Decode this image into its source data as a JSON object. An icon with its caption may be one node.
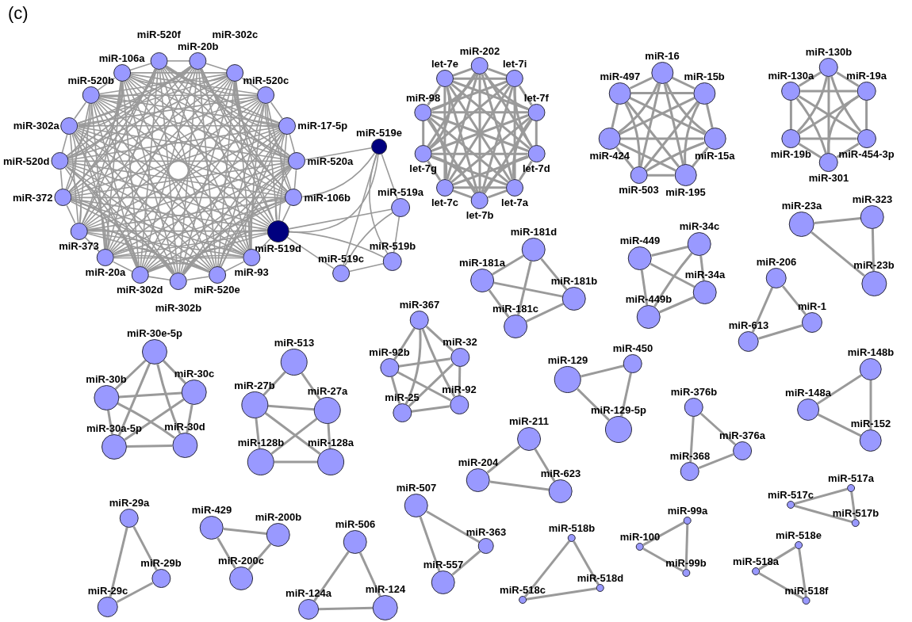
{
  "diagram": {
    "nodes": [
      {
        "text": [
          "miR-520f"
        ]
      },
      {
        "text": [
          "miR-20b"
        ]
      },
      {
        "text": [
          "miR-302c"
        ]
      },
      {
        "text": [
          "miR-520b"
        ]
      },
      {
        "text": [
          "miR-106a"
        ]
      },
      {
        "text": [
          "miR-17-5p"
        ]
      },
      {
        "text": [
          "miR-520c"
        ]
      },
      {
        "text": [
          "miR-520d"
        ]
      },
      {
        "text": [
          "miR-372"
        ]
      },
      {
        "text": [
          "miR-302a"
        ]
      },
      {
        "text": [
          "miR-520a"
        ]
      },
      {
        "text": [
          "miR-373"
        ]
      },
      {
        "text": [
          "miR-302d"
        ]
      },
      {
        "text": [
          "miR-106b"
        ]
      },
      {
        "text": [
          "miR-519e"
        ]
      },
      {
        "text": [
          "miR-519a"
        ]
      },
      {
        "text": [
          "miR-302b"
        ]
      },
      {
        "text": [
          "miR-519d"
        ]
      },
      {
        "text": [
          "miR-20a"
        ]
      },
      {
        "text": [
          "miR-519b"
        ]
      },
      {
        "text": [
          "miR-93"
        ]
      },
      {
        "text": [
          "miR-519c"
        ]
      },
      {
        "text": [
          "miR-520e"
        ]
      },
      {
        "text": [
          "miR-202"
        ]
      },
      {
        "text": [
          "let-7i"
        ]
      },
      {
        "text": [
          "let-7e"
        ]
      },
      {
        "text": [
          "let-7f"
        ]
      },
      {
        "text": [
          "let-7d"
        ]
      },
      {
        "text": [
          "miR-98"
        ]
      },
      {
        "text": [
          "let-7c"
        ]
      },
      {
        "text": [
          "let-7a"
        ]
      },
      {
        "text": [
          "let-7g"
        ]
      },
      {
        "text": [
          "let-7b"
        ]
      },
      {
        "text": [
          "miR-16"
        ]
      },
      {
        "text": [
          "miR-15a"
        ]
      },
      {
        "text": [
          "miR-15b"
        ]
      },
      {
        "text": [
          "miR-497"
        ]
      },
      {
        "text": [
          "miR-195"
        ]
      },
      {
        "text": [
          "miR-424"
        ]
      },
      {
        "text": [
          "miR-503"
        ]
      },
      {
        "text": [
          "miR-130b"
        ]
      },
      {
        "text": [
          "miR-454-3p"
        ]
      },
      {
        "text": [
          "miR-19a"
        ]
      },
      {
        "text": [
          "miR-301"
        ]
      },
      {
        "text": [
          "miR-130a"
        ]
      },
      {
        "text": [
          "miR-19b"
        ]
      },
      {
        "text": [
          "miR-23a"
        ]
      },
      {
        "text": [
          "miR-323"
        ]
      },
      {
        "text": [
          "miR-23b"
        ]
      },
      {
        "text": [
          "miR-181d"
        ]
      },
      {
        "text": [
          "miR-181a"
        ]
      },
      {
        "text": [
          "miR-181b"
        ]
      },
      {
        "text": [
          "miR-181c"
        ]
      },
      {
        "text": [
          "miR-449"
        ]
      },
      {
        "text": [
          "miR-34c"
        ]
      },
      {
        "text": [
          "miR-34a"
        ]
      },
      {
        "text": [
          "miR-449b"
        ]
      },
      {
        "text": [
          "miR-206"
        ]
      },
      {
        "text": [
          "miR-1"
        ]
      },
      {
        "text": [
          "miR-613"
        ]
      },
      {
        "text": [
          "miR-30e-5p"
        ]
      },
      {
        "text": [
          "miR-30b"
        ]
      },
      {
        "text": [
          "miR-30c"
        ]
      },
      {
        "text": [
          "miR-30a-5p"
        ]
      },
      {
        "text": [
          "miR-30d"
        ]
      },
      {
        "text": [
          "miR-513"
        ]
      },
      {
        "text": [
          "miR-27b"
        ]
      },
      {
        "text": [
          "miR-27a"
        ]
      },
      {
        "text": [
          "miR-128b"
        ]
      },
      {
        "text": [
          "miR-128a"
        ]
      },
      {
        "text": [
          "miR-367"
        ]
      },
      {
        "text": [
          "miR-92b"
        ]
      },
      {
        "text": [
          "miR-32"
        ]
      },
      {
        "text": [
          "miR-25"
        ]
      },
      {
        "text": [
          "miR-92"
        ]
      },
      {
        "text": [
          "miR-129"
        ]
      },
      {
        "text": [
          "miR-450"
        ]
      },
      {
        "text": [
          "miR-129-5p"
        ]
      },
      {
        "text": [
          "miR-376b"
        ]
      },
      {
        "text": [
          "miR-376a"
        ]
      },
      {
        "text": [
          "miR-368"
        ]
      },
      {
        "text": [
          "miR-148b"
        ]
      },
      {
        "text": [
          "miR-148a"
        ]
      },
      {
        "text": [
          "miR-152"
        ]
      },
      {
        "text": [
          "miR-211"
        ]
      },
      {
        "text": [
          "miR-204"
        ]
      },
      {
        "text": [
          "miR-623"
        ]
      },
      {
        "text": [
          "miR-29a"
        ]
      },
      {
        "text": [
          "miR-29b"
        ]
      },
      {
        "text": [
          "miR-29c"
        ]
      },
      {
        "text": [
          "miR-429"
        ]
      },
      {
        "text": [
          "miR-200b"
        ]
      },
      {
        "text": [
          "miR-200c"
        ]
      },
      {
        "text": [
          "miR-506"
        ]
      },
      {
        "text": [
          "miR-124a"
        ]
      },
      {
        "text": [
          "miR-124"
        ]
      },
      {
        "text": [
          "miR-507"
        ]
      },
      {
        "text": [
          "miR-363"
        ]
      },
      {
        "text": [
          "miR-557"
        ]
      },
      {
        "text": [
          "miR-518b"
        ]
      },
      {
        "text": [
          "miR-518c"
        ]
      },
      {
        "text": [
          "miR-518d"
        ]
      },
      {
        "text": [
          "miR-99a"
        ]
      },
      {
        "text": [
          "miR-100"
        ]
      },
      {
        "text": [
          "miR-99b"
        ]
      },
      {
        "text": [
          "miR-517a"
        ]
      },
      {
        "text": [
          "miR-517c"
        ]
      },
      {
        "text": [
          "miR-517b"
        ]
      },
      {
        "text": [
          "miR-518e"
        ]
      },
      {
        "text": [
          "miR-518a"
        ]
      },
      {
        "text": [
          "miR-518f"
        ]
      }
    ],
    "edges": [
      {
        "from": 0,
        "to": 1,
        "arrow": "none"
      },
      {
        "from": 0,
        "to": 2,
        "arrow": "none"
      },
      {
        "from": 0,
        "to": 3,
        "arrow": "none"
      },
      {
        "from": 0,
        "to": 4,
        "arrow": "none"
      },
      {
        "from": 0,
        "to": 5,
        "arrow": "none"
      },
      {
        "from": 0,
        "to": 6,
        "arrow": "none"
      },
      {
        "from": 0,
        "to": 7,
        "arrow": "none"
      },
      {
        "from": 0,
        "to": 8,
        "arrow": "none"
      },
      {
        "from": 0,
        "to": 9,
        "arrow": "none"
      },
      {
        "from": 0,
        "to": 10,
        "arrow": "none"
      },
      {
        "from": 0,
        "to": 11,
        "arrow": "none"
      },
      {
        "from": 0,
        "to": 12,
        "arrow": "none"
      },
      {
        "from": 0,
        "to": 13,
        "arrow": "none"
      },
      {
        "from": 0,
        "to": 16,
        "arrow": "none"
      },
      {
        "from": 0,
        "to": 17,
        "arrow": "none"
      },
      {
        "from": 0,
        "to": 18,
        "arrow": "none"
      },
      {
        "from": 0,
        "to": 20,
        "arrow": "none"
      },
      {
        "from": 0,
        "to": 22,
        "arrow": "none"
      },
      {
        "from": 1,
        "to": 2,
        "arrow": "none"
      },
      {
        "from": 1,
        "to": 3,
        "arrow": "none"
      },
      {
        "from": 1,
        "to": 4,
        "arrow": "none"
      },
      {
        "from": 1,
        "to": 5,
        "arrow": "none"
      },
      {
        "from": 1,
        "to": 6,
        "arrow": "none"
      },
      {
        "from": 1,
        "to": 7,
        "arrow": "none"
      },
      {
        "from": 1,
        "to": 8,
        "arrow": "none"
      },
      {
        "from": 1,
        "to": 9,
        "arrow": "none"
      },
      {
        "from": 1,
        "to": 10,
        "arrow": "none"
      },
      {
        "from": 1,
        "to": 11,
        "arrow": "none"
      },
      {
        "from": 1,
        "to": 12,
        "arrow": "none"
      },
      {
        "from": 1,
        "to": 13,
        "arrow": "none"
      },
      {
        "from": 1,
        "to": 16,
        "arrow": "none"
      },
      {
        "from": 1,
        "to": 17,
        "arrow": "none"
      },
      {
        "from": 1,
        "to": 18,
        "arrow": "none"
      },
      {
        "from": 1,
        "to": 20,
        "arrow": "none"
      },
      {
        "from": 1,
        "to": 22,
        "arrow": "none"
      },
      {
        "from": 2,
        "to": 3,
        "arrow": "none"
      },
      {
        "from": 2,
        "to": 4,
        "arrow": "none"
      },
      {
        "from": 2,
        "to": 5,
        "arrow": "none"
      },
      {
        "from": 2,
        "to": 6,
        "arrow": "none"
      },
      {
        "from": 2,
        "to": 7,
        "arrow": "none"
      },
      {
        "from": 2,
        "to": 8,
        "arrow": "none"
      },
      {
        "from": 2,
        "to": 9,
        "arrow": "none"
      },
      {
        "from": 2,
        "to": 10,
        "arrow": "none"
      },
      {
        "from": 2,
        "to": 11,
        "arrow": "none"
      },
      {
        "from": 2,
        "to": 12,
        "arrow": "none"
      },
      {
        "from": 2,
        "to": 13,
        "arrow": "none"
      },
      {
        "from": 2,
        "to": 16,
        "arrow": "none"
      },
      {
        "from": 2,
        "to": 17,
        "arrow": "none"
      },
      {
        "from": 2,
        "to": 18,
        "arrow": "none"
      },
      {
        "from": 2,
        "to": 20,
        "arrow": "none"
      },
      {
        "from": 2,
        "to": 22,
        "arrow": "none"
      },
      {
        "from": 3,
        "to": 4,
        "arrow": "none"
      },
      {
        "from": 3,
        "to": 5,
        "arrow": "none"
      },
      {
        "from": 3,
        "to": 6,
        "arrow": "none"
      },
      {
        "from": 3,
        "to": 7,
        "arrow": "none"
      },
      {
        "from": 3,
        "to": 8,
        "arrow": "none"
      },
      {
        "from": 3,
        "to": 9,
        "arrow": "none"
      },
      {
        "from": 3,
        "to": 10,
        "arrow": "none"
      },
      {
        "from": 3,
        "to": 11,
        "arrow": "none"
      },
      {
        "from": 3,
        "to": 12,
        "arrow": "none"
      },
      {
        "from": 3,
        "to": 13,
        "arrow": "none"
      },
      {
        "from": 3,
        "to": 16,
        "arrow": "none"
      },
      {
        "from": 3,
        "to": 17,
        "arrow": "none"
      },
      {
        "from": 3,
        "to": 18,
        "arrow": "none"
      },
      {
        "from": 3,
        "to": 20,
        "arrow": "none"
      },
      {
        "from": 3,
        "to": 22,
        "arrow": "none"
      },
      {
        "from": 4,
        "to": 5,
        "arrow": "none"
      },
      {
        "from": 4,
        "to": 6,
        "arrow": "none"
      },
      {
        "from": 4,
        "to": 7,
        "arrow": "none"
      },
      {
        "from": 4,
        "to": 8,
        "arrow": "none"
      },
      {
        "from": 4,
        "to": 9,
        "arrow": "none"
      },
      {
        "from": 4,
        "to": 10,
        "arrow": "none"
      },
      {
        "from": 4,
        "to": 11,
        "arrow": "none"
      },
      {
        "from": 4,
        "to": 12,
        "arrow": "none"
      },
      {
        "from": 4,
        "to": 13,
        "arrow": "none"
      },
      {
        "from": 4,
        "to": 16,
        "arrow": "none"
      },
      {
        "from": 4,
        "to": 17,
        "arrow": "none"
      },
      {
        "from": 4,
        "to": 18,
        "arrow": "none"
      },
      {
        "from": 4,
        "to": 20,
        "arrow": "none"
      },
      {
        "from": 4,
        "to": 22,
        "arrow": "none"
      },
      {
        "from": 5,
        "to": 6,
        "arrow": "none"
      },
      {
        "from": 5,
        "to": 7,
        "arrow": "none"
      },
      {
        "from": 5,
        "to": 8,
        "arrow": "none"
      },
      {
        "from": 5,
        "to": 9,
        "arrow": "none"
      },
      {
        "from": 5,
        "to": 10,
        "arrow": "none"
      },
      {
        "from": 5,
        "to": 11,
        "arrow": "none"
      },
      {
        "from": 5,
        "to": 12,
        "arrow": "none"
      },
      {
        "from": 5,
        "to": 13,
        "arrow": "none"
      },
      {
        "from": 5,
        "to": 16,
        "arrow": "none"
      },
      {
        "from": 5,
        "to": 17,
        "arrow": "none"
      },
      {
        "from": 5,
        "to": 18,
        "arrow": "none"
      },
      {
        "from": 5,
        "to": 20,
        "arrow": "none"
      },
      {
        "from": 5,
        "to": 22,
        "arrow": "none"
      },
      {
        "from": 6,
        "to": 7,
        "arrow": "none"
      },
      {
        "from": 6,
        "to": 8,
        "arrow": "none"
      },
      {
        "from": 6,
        "to": 9,
        "arrow": "none"
      },
      {
        "from": 6,
        "to": 10,
        "arrow": "none"
      },
      {
        "from": 6,
        "to": 11,
        "arrow": "none"
      },
      {
        "from": 6,
        "to": 12,
        "arrow": "none"
      },
      {
        "from": 6,
        "to": 13,
        "arrow": "none"
      },
      {
        "from": 6,
        "to": 16,
        "arrow": "none"
      },
      {
        "from": 6,
        "to": 17,
        "arrow": "none"
      },
      {
        "from": 6,
        "to": 18,
        "arrow": "none"
      },
      {
        "from": 6,
        "to": 20,
        "arrow": "none"
      },
      {
        "from": 6,
        "to": 22,
        "arrow": "none"
      },
      {
        "from": 7,
        "to": 8,
        "arrow": "none"
      },
      {
        "from": 7,
        "to": 9,
        "arrow": "none"
      },
      {
        "from": 7,
        "to": 10,
        "arrow": "none"
      },
      {
        "from": 7,
        "to": 11,
        "arrow": "none"
      },
      {
        "from": 7,
        "to": 12,
        "arrow": "none"
      },
      {
        "from": 7,
        "to": 13,
        "arrow": "none"
      },
      {
        "from": 7,
        "to": 16,
        "arrow": "none"
      },
      {
        "from": 7,
        "to": 17,
        "arrow": "none"
      },
      {
        "from": 7,
        "to": 18,
        "arrow": "none"
      },
      {
        "from": 7,
        "to": 20,
        "arrow": "none"
      },
      {
        "from": 7,
        "to": 22,
        "arrow": "none"
      },
      {
        "from": 8,
        "to": 9,
        "arrow": "none"
      },
      {
        "from": 8,
        "to": 10,
        "arrow": "none"
      },
      {
        "from": 8,
        "to": 11,
        "arrow": "none"
      },
      {
        "from": 8,
        "to": 12,
        "arrow": "none"
      },
      {
        "from": 8,
        "to": 13,
        "arrow": "none"
      },
      {
        "from": 8,
        "to": 16,
        "arrow": "none"
      },
      {
        "from": 8,
        "to": 17,
        "arrow": "none"
      },
      {
        "from": 8,
        "to": 18,
        "arrow": "none"
      },
      {
        "from": 8,
        "to": 20,
        "arrow": "none"
      },
      {
        "from": 8,
        "to": 22,
        "arrow": "none"
      },
      {
        "from": 9,
        "to": 10,
        "arrow": "none"
      },
      {
        "from": 9,
        "to": 11,
        "arrow": "none"
      },
      {
        "from": 9,
        "to": 12,
        "arrow": "none"
      },
      {
        "from": 9,
        "to": 13,
        "arrow": "none"
      },
      {
        "from": 9,
        "to": 16,
        "arrow": "none"
      },
      {
        "from": 9,
        "to": 17,
        "arrow": "none"
      },
      {
        "from": 9,
        "to": 18,
        "arrow": "none"
      },
      {
        "from": 9,
        "to": 20,
        "arrow": "none"
      },
      {
        "from": 9,
        "to": 22,
        "arrow": "none"
      },
      {
        "from": 10,
        "to": 11,
        "arrow": "none"
      },
      {
        "from": 10,
        "to": 12,
        "arrow": "none"
      },
      {
        "from": 10,
        "to": 13,
        "arrow": "none"
      },
      {
        "from": 10,
        "to": 16,
        "arrow": "none"
      },
      {
        "from": 10,
        "to": 17,
        "arrow": "none"
      },
      {
        "from": 10,
        "to": 18,
        "arrow": "none"
      },
      {
        "from": 10,
        "to": 20,
        "arrow": "none"
      },
      {
        "from": 10,
        "to": 22,
        "arrow": "none"
      },
      {
        "from": 11,
        "to": 12,
        "arrow": "none"
      },
      {
        "from": 11,
        "to": 13,
        "arrow": "none"
      },
      {
        "from": 11,
        "to": 16,
        "arrow": "none"
      },
      {
        "from": 11,
        "to": 17,
        "arrow": "none"
      },
      {
        "from": 11,
        "to": 18,
        "arrow": "none"
      },
      {
        "from": 11,
        "to": 20,
        "arrow": "none"
      },
      {
        "from": 11,
        "to": 22,
        "arrow": "none"
      },
      {
        "from": 12,
        "to": 13,
        "arrow": "none"
      },
      {
        "from": 12,
        "to": 16,
        "arrow": "none"
      },
      {
        "from": 12,
        "to": 17,
        "arrow": "none"
      },
      {
        "from": 12,
        "to": 18,
        "arrow": "none"
      },
      {
        "from": 12,
        "to": 20,
        "arrow": "none"
      },
      {
        "from": 12,
        "to": 22,
        "arrow": "none"
      },
      {
        "from": 13,
        "to": 16,
        "arrow": "none"
      },
      {
        "from": 13,
        "to": 17,
        "arrow": "none"
      },
      {
        "from": 13,
        "to": 18,
        "arrow": "none"
      },
      {
        "from": 13,
        "to": 20,
        "arrow": "none"
      },
      {
        "from": 13,
        "to": 22,
        "arrow": "none"
      },
      {
        "from": 16,
        "to": 17,
        "arrow": "none"
      },
      {
        "from": 16,
        "to": 18,
        "arrow": "none"
      },
      {
        "from": 16,
        "to": 20,
        "arrow": "none"
      },
      {
        "from": 16,
        "to": 22,
        "arrow": "none"
      },
      {
        "from": 17,
        "to": 18,
        "arrow": "none"
      },
      {
        "from": 17,
        "to": 20,
        "arrow": "none"
      },
      {
        "from": 17,
        "to": 22,
        "arrow": "none"
      },
      {
        "from": 18,
        "to": 20,
        "arrow": "none"
      },
      {
        "from": 18,
        "to": 22,
        "arrow": "none"
      },
      {
        "from": 20,
        "to": 22,
        "arrow": "none"
      },
      {
        "from": 10,
        "to": 14,
        "arrow": "none"
      },
      {
        "from": 13,
        "to": 14,
        "arrow": "none"
      },
      {
        "from": 14,
        "to": 17,
        "arrow": "none"
      },
      {
        "from": 14,
        "to": 15,
        "arrow": "none"
      },
      {
        "from": 14,
        "to": 19,
        "arrow": "none"
      },
      {
        "from": 14,
        "to": 21,
        "arrow": "none"
      },
      {
        "from": 17,
        "to": 15,
        "arrow": "none"
      },
      {
        "from": 17,
        "to": 19,
        "arrow": "none"
      },
      {
        "from": 17,
        "to": 21,
        "arrow": "none"
      },
      {
        "from": 15,
        "to": 19,
        "arrow": "none"
      },
      {
        "from": 15,
        "to": 21,
        "arrow": "none"
      },
      {
        "from": 19,
        "to": 21,
        "arrow": "none"
      },
      {
        "from": 23,
        "to": 24,
        "arrow": "none"
      },
      {
        "from": 23,
        "to": 25,
        "arrow": "none"
      },
      {
        "from": 23,
        "to": 26,
        "arrow": "none"
      },
      {
        "from": 23,
        "to": 27,
        "arrow": "none"
      },
      {
        "from": 23,
        "to": 28,
        "arrow": "none"
      },
      {
        "from": 23,
        "to": 29,
        "arrow": "none"
      },
      {
        "from": 23,
        "to": 30,
        "arrow": "none"
      },
      {
        "from": 23,
        "to": 31,
        "arrow": "none"
      },
      {
        "from": 23,
        "to": 32,
        "arrow": "none"
      },
      {
        "from": 24,
        "to": 25,
        "arrow": "none"
      },
      {
        "from": 24,
        "to": 26,
        "arrow": "none"
      },
      {
        "from": 24,
        "to": 27,
        "arrow": "none"
      },
      {
        "from": 24,
        "to": 28,
        "arrow": "none"
      },
      {
        "from": 24,
        "to": 29,
        "arrow": "none"
      },
      {
        "from": 24,
        "to": 30,
        "arrow": "none"
      },
      {
        "from": 24,
        "to": 31,
        "arrow": "none"
      },
      {
        "from": 24,
        "to": 32,
        "arrow": "none"
      },
      {
        "from": 25,
        "to": 26,
        "arrow": "none"
      },
      {
        "from": 25,
        "to": 27,
        "arrow": "none"
      },
      {
        "from": 25,
        "to": 28,
        "arrow": "none"
      },
      {
        "from": 25,
        "to": 29,
        "arrow": "none"
      },
      {
        "from": 25,
        "to": 30,
        "arrow": "none"
      },
      {
        "from": 25,
        "to": 31,
        "arrow": "none"
      },
      {
        "from": 25,
        "to": 32,
        "arrow": "none"
      },
      {
        "from": 26,
        "to": 27,
        "arrow": "none"
      },
      {
        "from": 26,
        "to": 28,
        "arrow": "none"
      },
      {
        "from": 26,
        "to": 29,
        "arrow": "none"
      },
      {
        "from": 26,
        "to": 30,
        "arrow": "none"
      },
      {
        "from": 26,
        "to": 31,
        "arrow": "none"
      },
      {
        "from": 26,
        "to": 32,
        "arrow": "none"
      },
      {
        "from": 27,
        "to": 28,
        "arrow": "none"
      },
      {
        "from": 27,
        "to": 29,
        "arrow": "none"
      },
      {
        "from": 27,
        "to": 30,
        "arrow": "none"
      },
      {
        "from": 27,
        "to": 31,
        "arrow": "none"
      },
      {
        "from": 27,
        "to": 32,
        "arrow": "none"
      },
      {
        "from": 28,
        "to": 29,
        "arrow": "none"
      },
      {
        "from": 28,
        "to": 30,
        "arrow": "none"
      },
      {
        "from": 28,
        "to": 31,
        "arrow": "none"
      },
      {
        "from": 28,
        "to": 32,
        "arrow": "none"
      },
      {
        "from": 29,
        "to": 30,
        "arrow": "none"
      },
      {
        "from": 29,
        "to": 31,
        "arrow": "none"
      },
      {
        "from": 29,
        "to": 32,
        "arrow": "none"
      },
      {
        "from": 30,
        "to": 31,
        "arrow": "none"
      },
      {
        "from": 30,
        "to": 32,
        "arrow": "none"
      },
      {
        "from": 31,
        "to": 32,
        "arrow": "none"
      },
      {
        "from": 33,
        "to": 34,
        "arrow": "none"
      },
      {
        "from": 33,
        "to": 35,
        "arrow": "none"
      },
      {
        "from": 33,
        "to": 36,
        "arrow": "none"
      },
      {
        "from": 33,
        "to": 37,
        "arrow": "none"
      },
      {
        "from": 33,
        "to": 38,
        "arrow": "none"
      },
      {
        "from": 33,
        "to": 39,
        "arrow": "none"
      },
      {
        "from": 34,
        "to": 35,
        "arrow": "none"
      },
      {
        "from": 34,
        "to": 36,
        "arrow": "none"
      },
      {
        "from": 34,
        "to": 37,
        "arrow": "none"
      },
      {
        "from": 34,
        "to": 38,
        "arrow": "none"
      },
      {
        "from": 34,
        "to": 39,
        "arrow": "none"
      },
      {
        "from": 35,
        "to": 36,
        "arrow": "none"
      },
      {
        "from": 35,
        "to": 37,
        "arrow": "none"
      },
      {
        "from": 35,
        "to": 38,
        "arrow": "none"
      },
      {
        "from": 35,
        "to": 39,
        "arrow": "none"
      },
      {
        "from": 36,
        "to": 37,
        "arrow": "none"
      },
      {
        "from": 36,
        "to": 38,
        "arrow": "none"
      },
      {
        "from": 36,
        "to": 39,
        "arrow": "none"
      },
      {
        "from": 37,
        "to": 38,
        "arrow": "none"
      },
      {
        "from": 37,
        "to": 39,
        "arrow": "none"
      },
      {
        "from": 38,
        "to": 39,
        "arrow": "none"
      },
      {
        "from": 40,
        "to": 41,
        "arrow": "none"
      },
      {
        "from": 40,
        "to": 42,
        "arrow": "none"
      },
      {
        "from": 40,
        "to": 43,
        "arrow": "none"
      },
      {
        "from": 40,
        "to": 44,
        "arrow": "none"
      },
      {
        "from": 40,
        "to": 45,
        "arrow": "none"
      },
      {
        "from": 41,
        "to": 42,
        "arrow": "none"
      },
      {
        "from": 41,
        "to": 43,
        "arrow": "none"
      },
      {
        "from": 41,
        "to": 44,
        "arrow": "none"
      },
      {
        "from": 41,
        "to": 45,
        "arrow": "none"
      },
      {
        "from": 42,
        "to": 43,
        "arrow": "none"
      },
      {
        "from": 42,
        "to": 44,
        "arrow": "none"
      },
      {
        "from": 42,
        "to": 45,
        "arrow": "none"
      },
      {
        "from": 43,
        "to": 44,
        "arrow": "none"
      },
      {
        "from": 43,
        "to": 45,
        "arrow": "none"
      },
      {
        "from": 44,
        "to": 45,
        "arrow": "none"
      },
      {
        "from": 46,
        "to": 47,
        "arrow": "none"
      },
      {
        "from": 47,
        "to": 48,
        "arrow": "none"
      },
      {
        "from": 46,
        "to": 48,
        "arrow": "none"
      },
      {
        "from": 49,
        "to": 50,
        "arrow": "none"
      },
      {
        "from": 49,
        "to": 51,
        "arrow": "none"
      },
      {
        "from": 49,
        "to": 52,
        "arrow": "none"
      },
      {
        "from": 50,
        "to": 51,
        "arrow": "none"
      },
      {
        "from": 50,
        "to": 52,
        "arrow": "none"
      },
      {
        "from": 52,
        "to": 51,
        "arrow": "none"
      },
      {
        "from": 53,
        "to": 54,
        "arrow": "none"
      },
      {
        "from": 53,
        "to": 55,
        "arrow": "none"
      },
      {
        "from": 53,
        "to": 56,
        "arrow": "none"
      },
      {
        "from": 54,
        "to": 55,
        "arrow": "none"
      },
      {
        "from": 54,
        "to": 56,
        "arrow": "none"
      },
      {
        "from": 55,
        "to": 56,
        "arrow": "none"
      },
      {
        "from": 57,
        "to": 58,
        "arrow": "none"
      },
      {
        "from": 57,
        "to": 59,
        "arrow": "none"
      },
      {
        "from": 59,
        "to": 58,
        "arrow": "none"
      },
      {
        "from": 60,
        "to": 61,
        "arrow": "none"
      },
      {
        "from": 60,
        "to": 62,
        "arrow": "none"
      },
      {
        "from": 60,
        "to": 63,
        "arrow": "none"
      },
      {
        "from": 60,
        "to": 64,
        "arrow": "none"
      },
      {
        "from": 61,
        "to": 62,
        "arrow": "none"
      },
      {
        "from": 61,
        "to": 63,
        "arrow": "none"
      },
      {
        "from": 61,
        "to": 64,
        "arrow": "none"
      },
      {
        "from": 62,
        "to": 63,
        "arrow": "none"
      },
      {
        "from": 62,
        "to": 64,
        "arrow": "none"
      },
      {
        "from": 63,
        "to": 64,
        "arrow": "none"
      },
      {
        "from": 65,
        "to": 66,
        "arrow": "none"
      },
      {
        "from": 65,
        "to": 67,
        "arrow": "none"
      },
      {
        "from": 66,
        "to": 67,
        "arrow": "none"
      },
      {
        "from": 66,
        "to": 68,
        "arrow": "none"
      },
      {
        "from": 66,
        "to": 69,
        "arrow": "none"
      },
      {
        "from": 67,
        "to": 68,
        "arrow": "none"
      },
      {
        "from": 67,
        "to": 69,
        "arrow": "none"
      },
      {
        "from": 68,
        "to": 69,
        "arrow": "none"
      },
      {
        "from": 70,
        "to": 71,
        "arrow": "none"
      },
      {
        "from": 70,
        "to": 72,
        "arrow": "none"
      },
      {
        "from": 70,
        "to": 73,
        "arrow": "none"
      },
      {
        "from": 70,
        "to": 74,
        "arrow": "none"
      },
      {
        "from": 71,
        "to": 72,
        "arrow": "none"
      },
      {
        "from": 71,
        "to": 73,
        "arrow": "none"
      },
      {
        "from": 71,
        "to": 74,
        "arrow": "none"
      },
      {
        "from": 72,
        "to": 73,
        "arrow": "none"
      },
      {
        "from": 72,
        "to": 74,
        "arrow": "none"
      },
      {
        "from": 73,
        "to": 74,
        "arrow": "none"
      },
      {
        "from": 75,
        "to": 76,
        "arrow": "none"
      },
      {
        "from": 76,
        "to": 77,
        "arrow": "none"
      },
      {
        "from": 75,
        "to": 77,
        "arrow": "none"
      },
      {
        "from": 78,
        "to": 79,
        "arrow": "none"
      },
      {
        "from": 78,
        "to": 80,
        "arrow": "none"
      },
      {
        "from": 80,
        "to": 79,
        "arrow": "none"
      },
      {
        "from": 81,
        "to": 82,
        "arrow": "none"
      },
      {
        "from": 81,
        "to": 83,
        "arrow": "none"
      },
      {
        "from": 82,
        "to": 83,
        "arrow": "none"
      },
      {
        "from": 84,
        "to": 85,
        "arrow": "none"
      },
      {
        "from": 84,
        "to": 86,
        "arrow": "none"
      },
      {
        "from": 85,
        "to": 86,
        "arrow": "none"
      },
      {
        "from": 87,
        "to": 88,
        "arrow": "none"
      },
      {
        "from": 87,
        "to": 89,
        "arrow": "none"
      },
      {
        "from": 88,
        "to": 89,
        "arrow": "none"
      },
      {
        "from": 90,
        "to": 91,
        "arrow": "none"
      },
      {
        "from": 90,
        "to": 92,
        "arrow": "none"
      },
      {
        "from": 91,
        "to": 92,
        "arrow": "none"
      },
      {
        "from": 93,
        "to": 94,
        "arrow": "none"
      },
      {
        "from": 93,
        "to": 95,
        "arrow": "none"
      },
      {
        "from": 94,
        "to": 95,
        "arrow": "none"
      },
      {
        "from": 96,
        "to": 97,
        "arrow": "none"
      },
      {
        "from": 96,
        "to": 98,
        "arrow": "none"
      },
      {
        "from": 97,
        "to": 98,
        "arrow": "none"
      },
      {
        "from": 99,
        "to": 100,
        "arrow": "none"
      },
      {
        "from": 99,
        "to": 101,
        "arrow": "none"
      },
      {
        "from": 100,
        "to": 101,
        "arrow": "none"
      },
      {
        "from": 102,
        "to": 103,
        "arrow": "none"
      },
      {
        "from": 102,
        "to": 104,
        "arrow": "none"
      },
      {
        "from": 103,
        "to": 104,
        "arrow": "none"
      },
      {
        "from": 105,
        "to": 106,
        "arrow": "none"
      },
      {
        "from": 105,
        "to": 107,
        "arrow": "none"
      },
      {
        "from": 106,
        "to": 107,
        "arrow": "none"
      },
      {
        "from": 108,
        "to": 109,
        "arrow": "none"
      },
      {
        "from": 108,
        "to": 110,
        "arrow": "none"
      },
      {
        "from": 109,
        "to": 110,
        "arrow": "none"
      }
    ],
    "labels": [
      "(c)"
    ]
  }
}
